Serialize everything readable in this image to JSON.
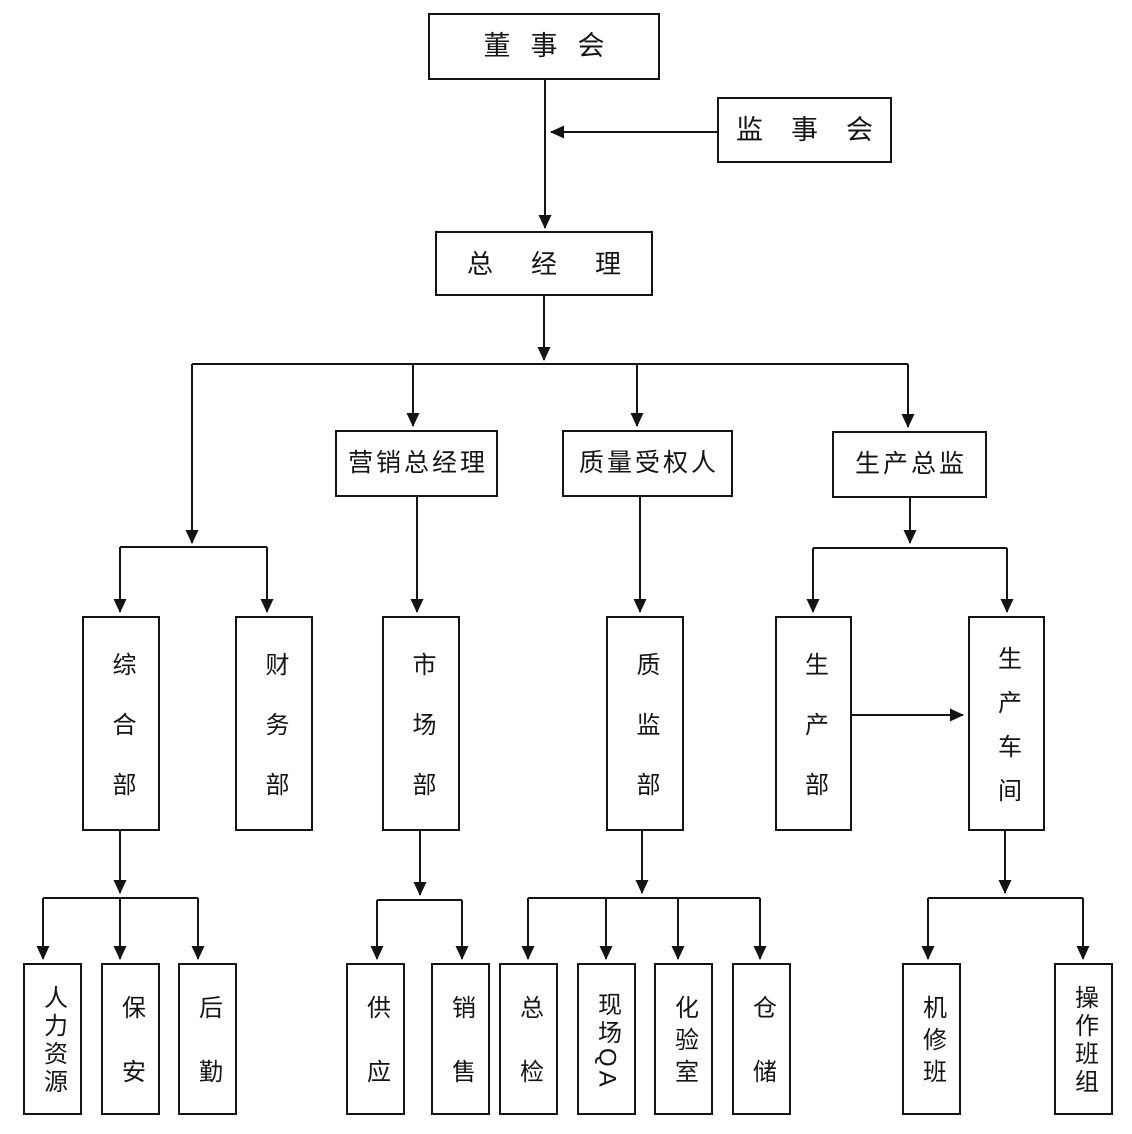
{
  "diagram": {
    "background": "#ffffff",
    "line_color": "#141414",
    "nodes": {
      "board": {
        "label": "董事会"
      },
      "supervisory_board": {
        "label": "监事会"
      },
      "general_manager": {
        "label": "总经理"
      },
      "marketing_gm": {
        "label": "营销总经理"
      },
      "quality_authorized_person": {
        "label": "质量受权人"
      },
      "production_director": {
        "label": "生产总监"
      },
      "general_dept": {
        "label": "综合部"
      },
      "finance_dept": {
        "label": "财务部"
      },
      "market_dept": {
        "label": "市场部"
      },
      "quality_supervision_dept": {
        "label": "质监部"
      },
      "production_dept": {
        "label": "生产部"
      },
      "production_workshop": {
        "label": "生产车间"
      },
      "human_resources": {
        "label": "人力资源"
      },
      "security": {
        "label": "保安"
      },
      "logistics": {
        "label": "后勤"
      },
      "supply": {
        "label": "供应"
      },
      "sales": {
        "label": "销售"
      },
      "general_inspection": {
        "label": "总检"
      },
      "onsite_qa": {
        "label": "现场QA"
      },
      "laboratory": {
        "label": "化验室"
      },
      "warehouse": {
        "label": "仓储"
      },
      "machine_repair_team": {
        "label": "机修班"
      },
      "operation_team": {
        "label": "操作班组"
      }
    },
    "edges": [
      {
        "from": "board",
        "to": "general_manager",
        "style": "arrow"
      },
      {
        "from": "supervisory_board",
        "to": "board_to_general_manager_line",
        "style": "arrow"
      },
      {
        "from": "general_manager",
        "to": "general_dept",
        "style": "arrow"
      },
      {
        "from": "general_manager",
        "to": "finance_dept",
        "style": "arrow"
      },
      {
        "from": "general_manager",
        "to": "marketing_gm",
        "style": "arrow"
      },
      {
        "from": "general_manager",
        "to": "quality_authorized_person",
        "style": "arrow"
      },
      {
        "from": "general_manager",
        "to": "production_director",
        "style": "arrow"
      },
      {
        "from": "marketing_gm",
        "to": "market_dept",
        "style": "arrow"
      },
      {
        "from": "quality_authorized_person",
        "to": "quality_supervision_dept",
        "style": "arrow"
      },
      {
        "from": "production_director",
        "to": "production_dept",
        "style": "arrow"
      },
      {
        "from": "production_director",
        "to": "production_workshop",
        "style": "arrow"
      },
      {
        "from": "production_dept",
        "to": "production_workshop",
        "style": "arrow"
      },
      {
        "from": "general_dept",
        "to": "human_resources",
        "style": "arrow"
      },
      {
        "from": "general_dept",
        "to": "security",
        "style": "arrow"
      },
      {
        "from": "general_dept",
        "to": "logistics",
        "style": "arrow"
      },
      {
        "from": "market_dept",
        "to": "supply",
        "style": "arrow"
      },
      {
        "from": "market_dept",
        "to": "sales",
        "style": "arrow"
      },
      {
        "from": "quality_supervision_dept",
        "to": "general_inspection",
        "style": "arrow"
      },
      {
        "from": "quality_supervision_dept",
        "to": "onsite_qa",
        "style": "arrow"
      },
      {
        "from": "quality_supervision_dept",
        "to": "laboratory",
        "style": "arrow"
      },
      {
        "from": "quality_supervision_dept",
        "to": "warehouse",
        "style": "arrow"
      },
      {
        "from": "production_workshop",
        "to": "machine_repair_team",
        "style": "arrow"
      },
      {
        "from": "production_workshop",
        "to": "operation_team",
        "style": "arrow"
      }
    ]
  }
}
